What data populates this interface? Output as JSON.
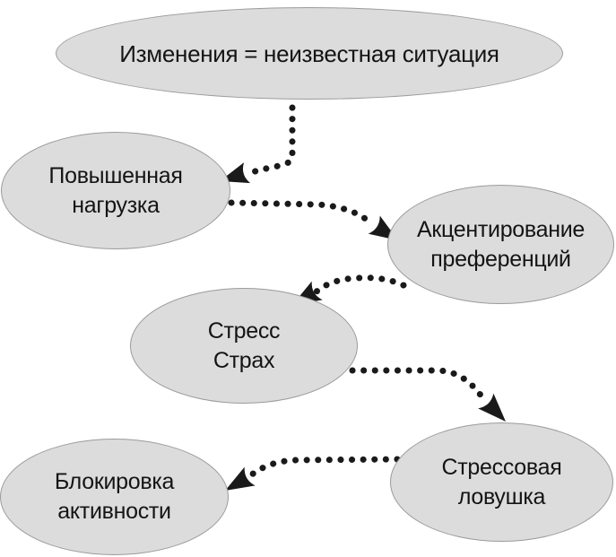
{
  "diagram": {
    "description": "flowchart of stress reaction to change",
    "nodes": [
      {
        "id": "changes",
        "lines": [
          "Изменения = неизвестная ситуация"
        ]
      },
      {
        "id": "increased-load",
        "lines": [
          "Повышенная",
          "нагрузка"
        ]
      },
      {
        "id": "preference-accentuation",
        "lines": [
          "Акцентирование",
          "преференций"
        ]
      },
      {
        "id": "stress-fear",
        "lines": [
          "Стресс",
          "Страх"
        ]
      },
      {
        "id": "stress-trap",
        "lines": [
          "Стрессовая",
          "ловушка"
        ]
      },
      {
        "id": "activity-blocking",
        "lines": [
          "Блокировка",
          "активности"
        ]
      }
    ],
    "edges": [
      {
        "from": "changes",
        "to": "increased-load",
        "style": "dotted-arrow"
      },
      {
        "from": "increased-load",
        "to": "preference-accentuation",
        "style": "dotted-arrow"
      },
      {
        "from": "preference-accentuation",
        "to": "stress-fear",
        "style": "dotted-arrow"
      },
      {
        "from": "stress-fear",
        "to": "stress-trap",
        "style": "dotted-arrow"
      },
      {
        "from": "stress-trap",
        "to": "activity-blocking",
        "style": "dotted-arrow"
      }
    ]
  },
  "colors": {
    "node_fill": "#dcdcdc",
    "node_border": "#9b9b9b",
    "arrow": "#1a1a1a",
    "text": "#141414",
    "background": "#ffffff"
  }
}
